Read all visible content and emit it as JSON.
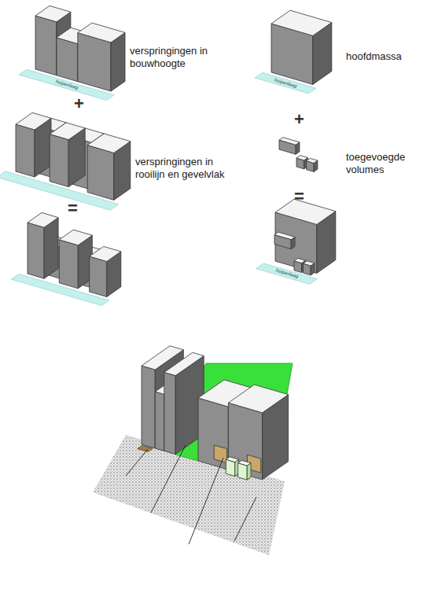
{
  "diagram": {
    "labels": [
      "verspringingen in bouwhoogte",
      "heipenlaag",
      "+",
      "verspringingen in rooilijn en gevelvlak",
      "=",
      "hoofdmassa",
      "heipenlaag",
      "+",
      "toegevoegde volumes",
      "=",
      "heipenlaag"
    ]
  }
}
